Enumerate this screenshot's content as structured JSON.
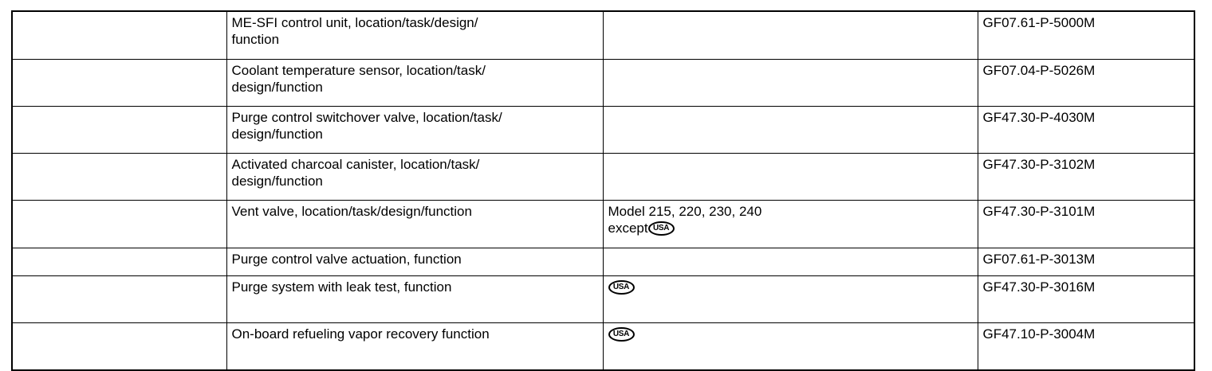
{
  "document": {
    "type": "service-documentation-reference-table",
    "badge_label": "USA"
  },
  "table": {
    "columns": [
      {
        "key": "blank",
        "header": ""
      },
      {
        "key": "description",
        "header": ""
      },
      {
        "key": "model_restriction",
        "header": ""
      },
      {
        "key": "document_code",
        "header": ""
      }
    ],
    "rows": [
      {
        "blank": "",
        "description": "ME-SFI control unit, location/task/design/\nfunction",
        "model_restriction": "",
        "model_restriction_badge": false,
        "document_code": "GF07.61-P-5000M"
      },
      {
        "blank": "",
        "description": "Coolant temperature sensor, location/task/\ndesign/function",
        "model_restriction": "",
        "model_restriction_badge": false,
        "document_code": "GF07.04-P-5026M"
      },
      {
        "blank": "",
        "description": "Purge control switchover valve, location/task/\ndesign/function",
        "model_restriction": "",
        "model_restriction_badge": false,
        "document_code": "GF47.30-P-4030M"
      },
      {
        "blank": "",
        "description": "Activated charcoal canister, location/task/\ndesign/function",
        "model_restriction": "",
        "model_restriction_badge": false,
        "document_code": "GF47.30-P-3102M"
      },
      {
        "blank": "",
        "description": "Vent valve, location/task/design/function",
        "model_restriction_line1": "Model 215, 220, 230, 240",
        "model_restriction_line2": "except",
        "model_restriction_badge": true,
        "document_code": "GF47.30-P-3101M"
      },
      {
        "blank": "",
        "description": "Purge control valve actuation, function",
        "model_restriction": "",
        "model_restriction_badge": false,
        "document_code": "GF07.61-P-3013M"
      },
      {
        "blank": "",
        "description": "Purge system with leak test, function",
        "model_restriction": "",
        "model_restriction_badge": true,
        "document_code": "GF47.30-P-3016M"
      },
      {
        "blank": "",
        "description": "On-board refueling vapor recovery function",
        "model_restriction": "",
        "model_restriction_badge": true,
        "document_code": "GF47.10-P-3004M"
      }
    ]
  }
}
